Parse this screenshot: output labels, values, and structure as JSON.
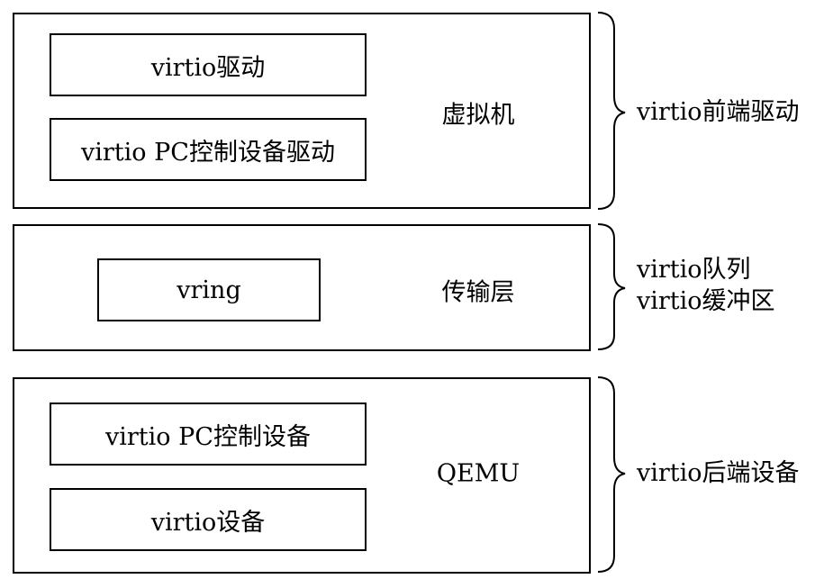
{
  "layers": [
    {
      "label": "虚拟机",
      "components": [
        "virtio驱动",
        "virtio PC控制设备驱动"
      ],
      "side_text": [
        "virtio前端驱动"
      ]
    },
    {
      "label": "传输层",
      "components": [
        "vring"
      ],
      "side_text": [
        "virtio队列",
        "virtio缓冲区"
      ]
    },
    {
      "label": "QEMU",
      "components": [
        "virtio PC控制设备",
        "virtio设备"
      ],
      "side_text": [
        "virtio后端设备"
      ]
    }
  ]
}
